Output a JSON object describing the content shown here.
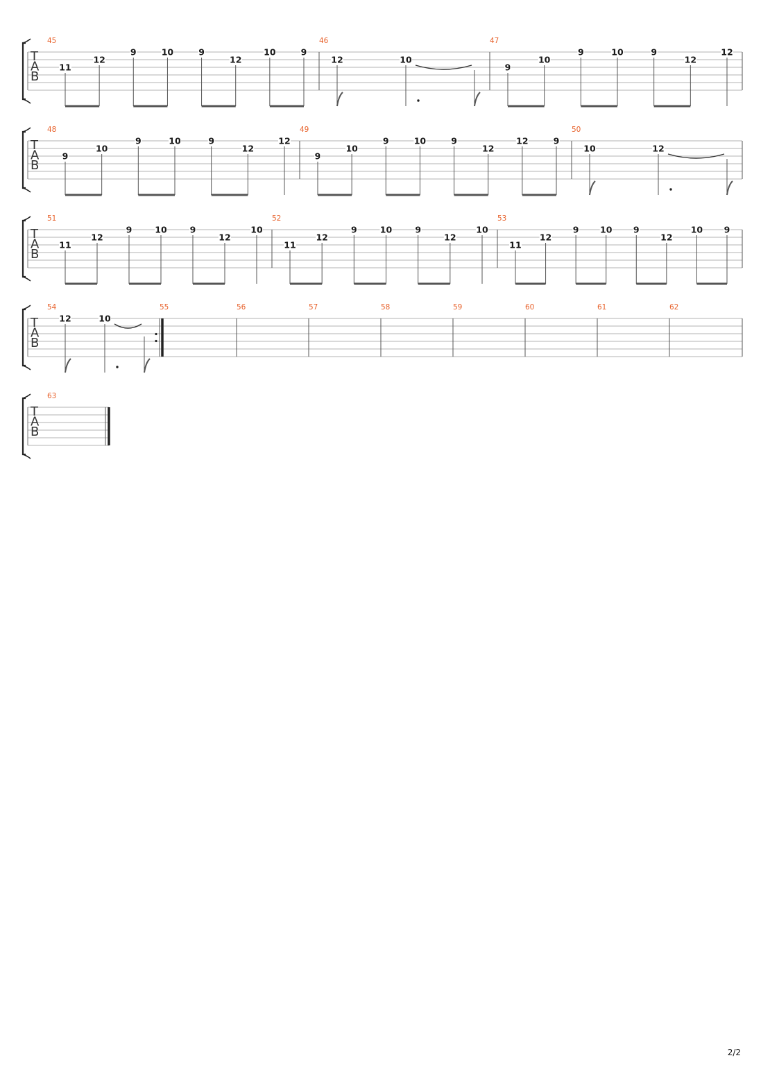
{
  "tab_clef": [
    "T",
    "A",
    "B"
  ],
  "page_number": "2/2",
  "systems": [
    {
      "measures": [
        {
          "number": "45",
          "notes": [
            {
              "fret": "11",
              "string": 2
            },
            {
              "fret": "12",
              "string": 1
            },
            {
              "fret": "9",
              "string": 0
            },
            {
              "fret": "10",
              "string": 0
            },
            {
              "fret": "9",
              "string": 0
            },
            {
              "fret": "12",
              "string": 1
            },
            {
              "fret": "10",
              "string": 0
            },
            {
              "fret": "9",
              "string": 0
            }
          ]
        },
        {
          "number": "46",
          "notes": [
            {
              "fret": "12",
              "string": 1
            },
            {
              "fret": "10",
              "string": 1,
              "dotted": true,
              "tie_next": true
            },
            {
              "fret": "",
              "string": 1
            }
          ]
        },
        {
          "number": "47",
          "notes": [
            {
              "fret": "9",
              "string": 2
            },
            {
              "fret": "10",
              "string": 1
            },
            {
              "fret": "9",
              "string": 0
            },
            {
              "fret": "10",
              "string": 0
            },
            {
              "fret": "9",
              "string": 0
            },
            {
              "fret": "12",
              "string": 1
            },
            {
              "fret": "12",
              "string": 0
            }
          ]
        }
      ]
    },
    {
      "measures": [
        {
          "number": "48",
          "notes": [
            {
              "fret": "9",
              "string": 2
            },
            {
              "fret": "10",
              "string": 1
            },
            {
              "fret": "9",
              "string": 0
            },
            {
              "fret": "10",
              "string": 0
            },
            {
              "fret": "9",
              "string": 0
            },
            {
              "fret": "12",
              "string": 1
            },
            {
              "fret": "12",
              "string": 0
            }
          ]
        },
        {
          "number": "49",
          "notes": [
            {
              "fret": "9",
              "string": 2
            },
            {
              "fret": "10",
              "string": 1
            },
            {
              "fret": "9",
              "string": 0
            },
            {
              "fret": "10",
              "string": 0
            },
            {
              "fret": "9",
              "string": 0
            },
            {
              "fret": "12",
              "string": 1
            },
            {
              "fret": "12",
              "string": 0
            },
            {
              "fret": "9",
              "string": 0
            }
          ]
        },
        {
          "number": "50",
          "notes": [
            {
              "fret": "10",
              "string": 1
            },
            {
              "fret": "12",
              "string": 1,
              "dotted": true,
              "tie_next": true
            },
            {
              "fret": "",
              "string": 1
            }
          ]
        }
      ]
    },
    {
      "measures": [
        {
          "number": "51",
          "notes": [
            {
              "fret": "11",
              "string": 2
            },
            {
              "fret": "12",
              "string": 1
            },
            {
              "fret": "9",
              "string": 0
            },
            {
              "fret": "10",
              "string": 0
            },
            {
              "fret": "9",
              "string": 0
            },
            {
              "fret": "12",
              "string": 1
            },
            {
              "fret": "10",
              "string": 0
            }
          ]
        },
        {
          "number": "52",
          "notes": [
            {
              "fret": "11",
              "string": 2
            },
            {
              "fret": "12",
              "string": 1
            },
            {
              "fret": "9",
              "string": 0
            },
            {
              "fret": "10",
              "string": 0
            },
            {
              "fret": "9",
              "string": 0
            },
            {
              "fret": "12",
              "string": 1
            },
            {
              "fret": "10",
              "string": 0
            }
          ]
        },
        {
          "number": "53",
          "notes": [
            {
              "fret": "11",
              "string": 2
            },
            {
              "fret": "12",
              "string": 1
            },
            {
              "fret": "9",
              "string": 0
            },
            {
              "fret": "10",
              "string": 0
            },
            {
              "fret": "9",
              "string": 0
            },
            {
              "fret": "12",
              "string": 1
            },
            {
              "fret": "10",
              "string": 0
            },
            {
              "fret": "9",
              "string": 0
            }
          ]
        }
      ]
    },
    {
      "measures": [
        {
          "number": "54",
          "repeat_end": true,
          "notes": [
            {
              "fret": "12",
              "string": 0
            },
            {
              "fret": "10",
              "string": 0,
              "dotted": true,
              "tie_next": true
            },
            {
              "fret": "",
              "string": 0
            }
          ]
        },
        {
          "number": "55",
          "notes": []
        },
        {
          "number": "56",
          "notes": []
        },
        {
          "number": "57",
          "notes": []
        },
        {
          "number": "58",
          "notes": []
        },
        {
          "number": "59",
          "notes": []
        },
        {
          "number": "60",
          "notes": []
        },
        {
          "number": "61",
          "notes": []
        },
        {
          "number": "62",
          "notes": []
        }
      ]
    },
    {
      "measures": [
        {
          "number": "63",
          "final": true,
          "notes": []
        }
      ]
    }
  ]
}
